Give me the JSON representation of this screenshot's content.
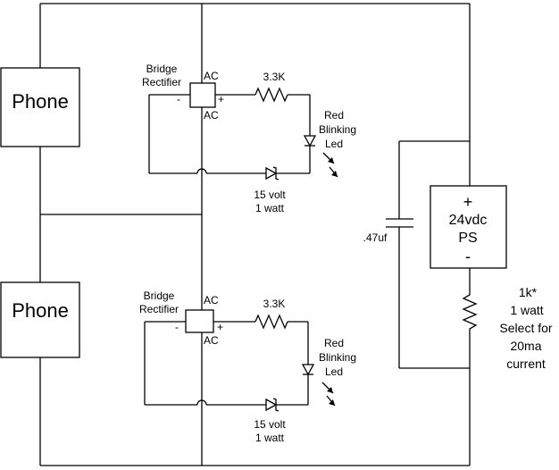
{
  "diagram": {
    "phone_top": "Phone",
    "phone_bottom": "Phone",
    "bridge_top": {
      "line1": "Bridge",
      "line2": "Rectifier",
      "ac_top": "AC",
      "ac_bottom": "AC",
      "minus": "-",
      "plus": "+"
    },
    "bridge_bottom": {
      "line1": "Bridge",
      "line2": "Rectifier",
      "ac_top": "AC",
      "ac_bottom": "AC",
      "minus": "-",
      "plus": "+"
    },
    "resistor_top": "3.3K",
    "resistor_bottom": "3.3K",
    "led_top": {
      "line1": "Red",
      "line2": "Blinking",
      "line3": "Led"
    },
    "led_bottom": {
      "line1": "Red",
      "line2": "Blinking",
      "line3": "Led"
    },
    "zener_top": {
      "line1": "15 volt",
      "line2": "1 watt"
    },
    "zener_bottom": {
      "line1": "15 volt",
      "line2": "1 watt"
    },
    "capacitor": ".47uf",
    "power_supply": {
      "plus": "+",
      "line1": "24vdc",
      "line2": "PS",
      "minus": "-"
    },
    "series_resistor": {
      "line1": "1k*",
      "line2": "1 watt",
      "line3": "Select for",
      "line4": "20ma",
      "line5": "current"
    }
  }
}
